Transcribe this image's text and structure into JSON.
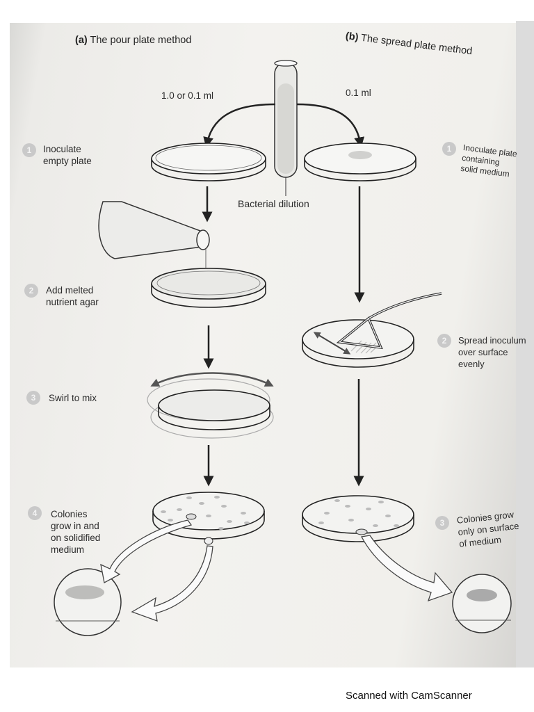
{
  "headers": {
    "pour_letter": "(a)",
    "pour_title": "The pour plate method",
    "spread_letter": "(b)",
    "spread_title": "The spread plate method"
  },
  "volumes": {
    "pour": "1.0 or 0.1 ml",
    "spread": "0.1 ml"
  },
  "tube_label": "Bacterial dilution",
  "pour_steps": [
    {
      "num": "1",
      "text": "Inoculate\nempty plate"
    },
    {
      "num": "2",
      "text": "Add melted\nnutrient agar"
    },
    {
      "num": "3",
      "text": "Swirl to mix"
    },
    {
      "num": "4",
      "text": "Colonies\ngrow in and\non solidified\nmedium"
    }
  ],
  "spread_steps": [
    {
      "num": "1",
      "text": "Inoculate plate\ncontaining\nsolid medium"
    },
    {
      "num": "2",
      "text": "Spread inoculum\nover surface\nevenly"
    },
    {
      "num": "3",
      "text": "Colonies grow\nonly on surface\nof medium"
    }
  ],
  "footer": "Scanned with CamScanner",
  "colors": {
    "ink": "#2a2a2a",
    "badge": "#c9c9c9",
    "paper": "#f1f0ec"
  }
}
